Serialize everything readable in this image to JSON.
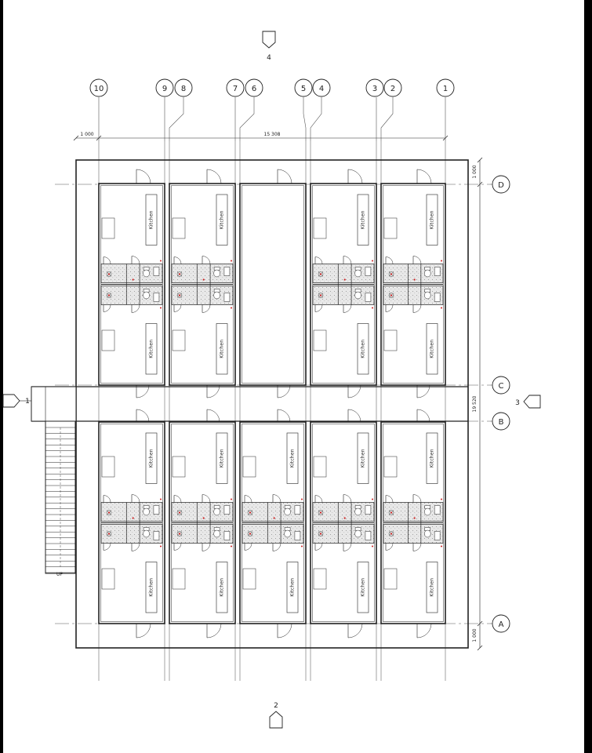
{
  "grid_columns": [
    "10",
    "9",
    "8",
    "7",
    "6",
    "5",
    "4",
    "3",
    "2",
    "1"
  ],
  "grid_rows": [
    "D",
    "C",
    "B",
    "A"
  ],
  "dimensions": {
    "top_small": "1 000",
    "top_total": "15 308",
    "right_top": "1 000",
    "right_total": "19 520",
    "right_bottom": "1 000"
  },
  "room_label": "Kitchen",
  "section_markers": {
    "top": "4",
    "bottom": "2",
    "left": "1",
    "right": "3"
  },
  "stair_label": "UP",
  "colors": {
    "line": "#222222",
    "fixture_dot": "#cc2222",
    "wet_area": "#d9d9d9"
  }
}
